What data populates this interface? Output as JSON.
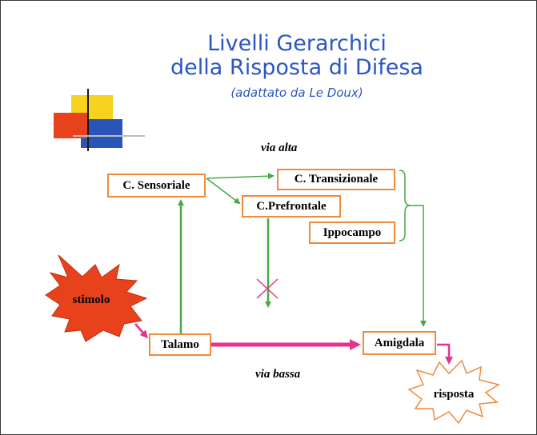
{
  "title": {
    "line1": "Livelli Gerarchici",
    "line2": "della Risposta di Difesa",
    "subtitle": "(adattato da Le Doux)"
  },
  "labels": {
    "via_alta": "via alta",
    "via_bassa": "via bassa"
  },
  "nodes": {
    "sensoriale": "C. Sensoriale",
    "transizionale": "C. Transizionale",
    "prefrontale": "C.Prefrontale",
    "ippocampo": "Ippocampo",
    "talamo": "Talamo",
    "amigdala": "Amigdala",
    "stimolo": "stimolo",
    "risposta": "risposta"
  },
  "colors": {
    "title_blue": "#2b57c4",
    "box_border": "#f08a3c",
    "green_arrow": "#4aa84a",
    "magenta_arrow": "#e6338c",
    "starburst_fill": "#e8421c"
  }
}
